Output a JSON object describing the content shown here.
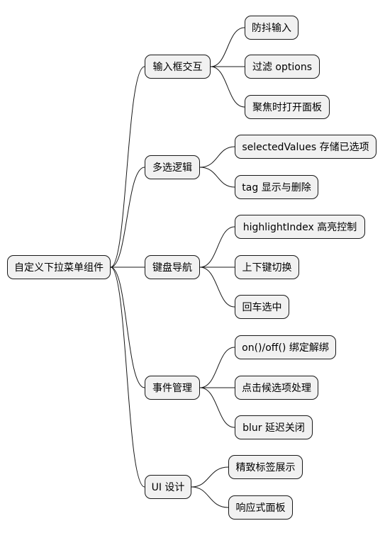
{
  "root": {
    "label": "自定义下拉菜单组件"
  },
  "branches": [
    {
      "label": "输入框交互",
      "children": [
        "防抖输入",
        "过滤 options",
        "聚焦时打开面板"
      ]
    },
    {
      "label": "多选逻辑",
      "children": [
        "selectedValues 存储已选项",
        "tag 显示与删除"
      ]
    },
    {
      "label": "键盘导航",
      "children": [
        "highlightIndex 高亮控制",
        "上下键切换",
        "回车选中"
      ]
    },
    {
      "label": "事件管理",
      "children": [
        "on()/off() 绑定解绑",
        "点击候选项处理",
        "blur 延迟关闭"
      ]
    },
    {
      "label": "UI 设计",
      "children": [
        "精致标签展示",
        "响应式面板"
      ]
    }
  ]
}
